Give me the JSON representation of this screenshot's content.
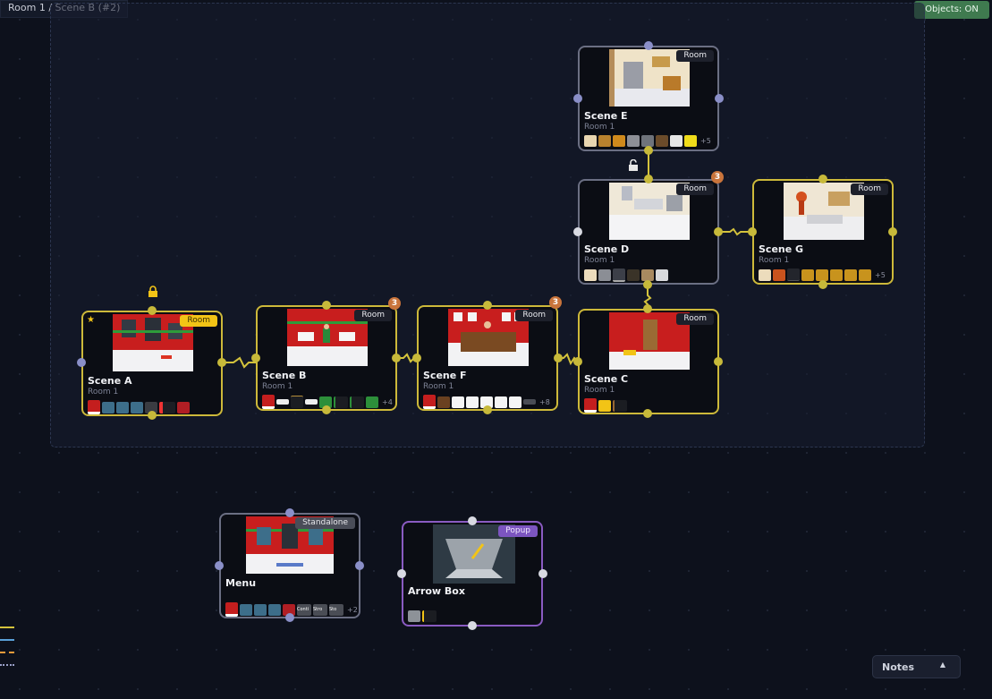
{
  "breadcrumb": "Room 1 / Scene B (#2)",
  "objects_toggle": "Objects: ON",
  "notes_label": "Notes",
  "nodes": {
    "scene_e": {
      "title": "Scene E",
      "sub": "Room 1",
      "badge": "Room",
      "more": "+5"
    },
    "scene_d": {
      "title": "Scene D",
      "sub": "Room 1",
      "badge": "Room",
      "count": "3"
    },
    "scene_g": {
      "title": "Scene G",
      "sub": "Room 1",
      "badge": "Room",
      "more": "+5"
    },
    "scene_a": {
      "title": "Scene A",
      "sub": "Room 1",
      "badge": "Room"
    },
    "scene_b": {
      "title": "Scene B",
      "sub": "Room 1",
      "badge": "Room",
      "count": "3",
      "more": "+4"
    },
    "scene_f": {
      "title": "Scene F",
      "sub": "Room 1",
      "badge": "Room",
      "count": "3",
      "more": "+8"
    },
    "scene_c": {
      "title": "Scene C",
      "sub": "Room 1",
      "badge": "Room"
    },
    "menu": {
      "title": "Menu",
      "badge": "Standalone",
      "more": "+2",
      "labels": [
        "Conti",
        "Stro",
        "Sto"
      ]
    },
    "arrow_box": {
      "title": "Arrow Box",
      "badge": "Popup"
    }
  },
  "colors": {
    "active_border": "#cdb93a",
    "popup_border": "#8a5bc2",
    "idle_border": "#6b6f83",
    "toggle_green": "#3f7a4f",
    "count_orange": "#c9743b"
  }
}
